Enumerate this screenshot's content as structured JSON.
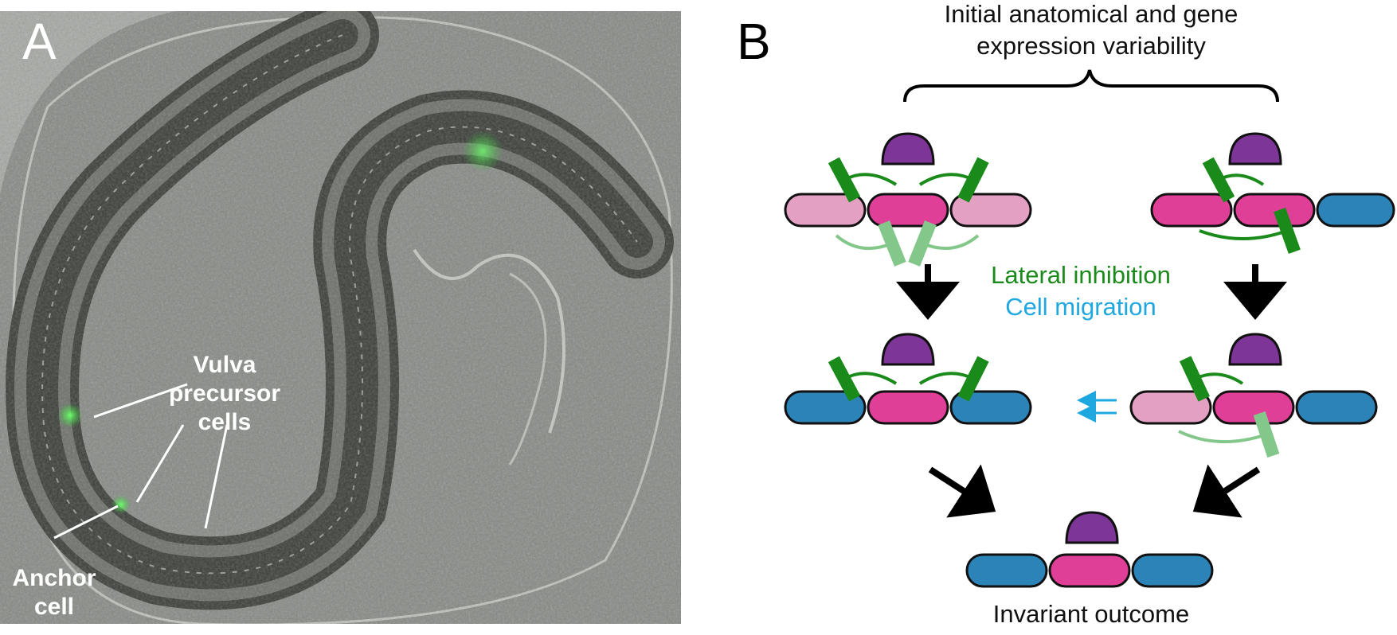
{
  "panel_a": {
    "letter": "A",
    "label_vpc": [
      "Vulva",
      "precursor",
      "cells"
    ],
    "label_ac": [
      "Anchor",
      "cell"
    ]
  },
  "panel_b": {
    "letter": "B",
    "title_line1": "Initial anatomical and gene",
    "title_line2": "expression variability",
    "legend_lateral": "Lateral inhibition",
    "legend_migration": "Cell migration",
    "outcome": "Invariant outcome"
  },
  "colors": {
    "primary_fate": "#e03f98",
    "secondary_fate": "#e4a0c2",
    "tertiary_fate": "#2b83b8",
    "anchor_cell": "#7d3597",
    "inhibition_strong": "#1a8a1a",
    "inhibition_weak": "#84c78a",
    "migration": "#1fa8e0"
  }
}
